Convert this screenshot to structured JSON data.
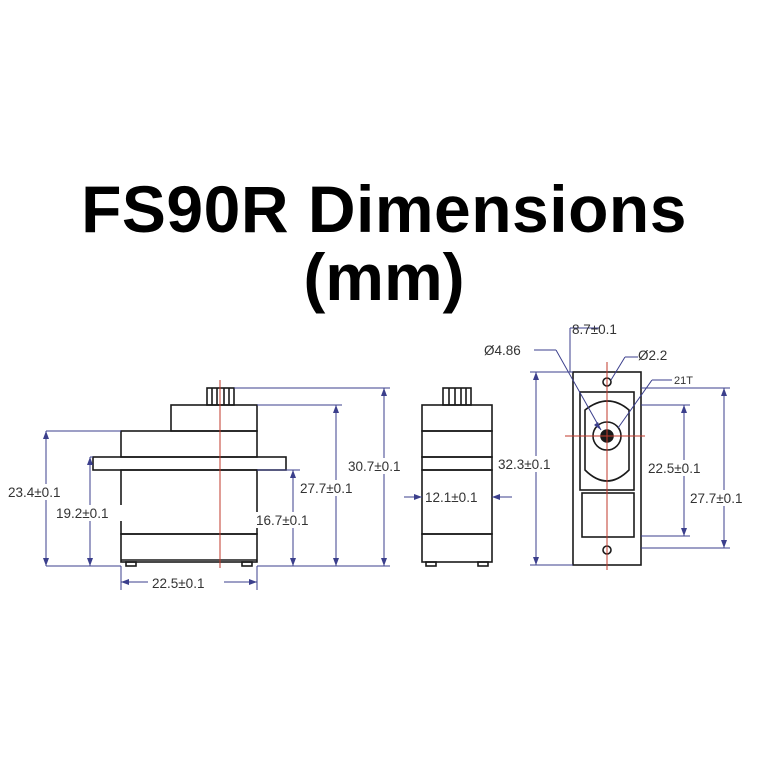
{
  "title": {
    "line1": "FS90R Dimensions",
    "line2": "(mm)"
  },
  "colors": {
    "outline": "#1a1a1a",
    "dimension_line": "#3b3f8c",
    "centerline": "#c0392b",
    "background": "#ffffff"
  },
  "views": {
    "side": {
      "dim_total_height_with_tabs": "23.4±0.1",
      "dim_tab_height": "19.2±0.1",
      "dim_width": "22.5±0.1",
      "dim_body_height": "16.7±0.1",
      "dim_to_top_cover": "27.7±0.1",
      "dim_total_height": "30.7±0.1"
    },
    "front": {
      "dim_depth": "12.1±0.1"
    },
    "top": {
      "dim_spline_offset": "8.7±0.1",
      "dim_shaft_dia": "Ø4.86",
      "dim_hole_dia": "Ø2.2",
      "dim_teeth": "21T",
      "dim_total_length": "32.3±0.1",
      "dim_shaft_to_hole": "22.5±0.1",
      "dim_body_length": "27.7±0.1"
    }
  }
}
